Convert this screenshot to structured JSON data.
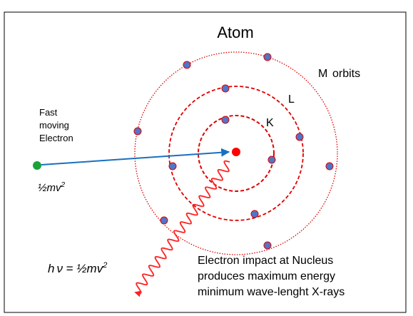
{
  "diagram": {
    "title": "Atom",
    "orbit_labels": {
      "m": "M",
      "orbits": "orbits",
      "l": "L",
      "k": "K"
    },
    "incoming_electron": [
      "Fast",
      "moving",
      "Electron"
    ],
    "kinetic_energy": {
      "coeff": "½",
      "mv": "mv",
      "exp": "2"
    },
    "photon_equation": {
      "h": "h",
      "nu": "ν",
      "eq": " = ",
      "coeff": "½",
      "mv": "mv",
      "exp": "2"
    },
    "impact_caption": [
      "Electron impact at Nucleus",
      "produces maximum energy",
      "minimum wave-lenght X-rays"
    ],
    "colors": {
      "orbit": "#e00000",
      "nucleus": "#ff0000",
      "orbital_electron": "#4f76c8",
      "free_electron": "#1aa33a",
      "arrow": "#1a6fbf",
      "xray_wave": "#ff2020",
      "frame": "#000000"
    }
  }
}
